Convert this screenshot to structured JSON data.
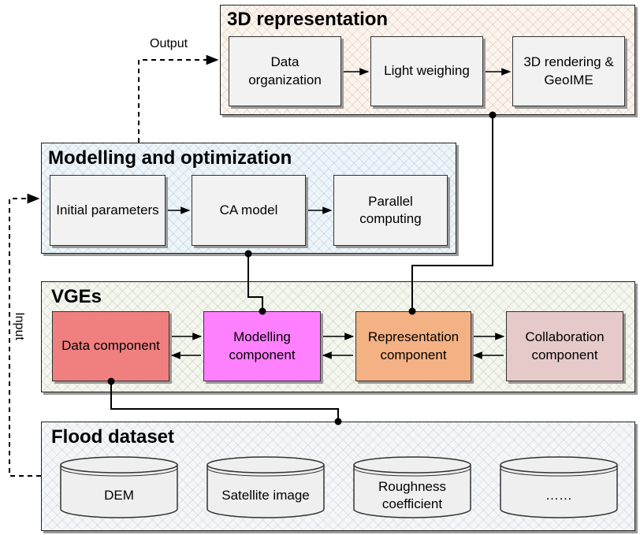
{
  "panels": {
    "representation": {
      "title": "3D representation",
      "boxes": [
        "Data organization",
        "Light weighing",
        "3D rendering & GeoIME"
      ]
    },
    "modelling": {
      "title": "Modelling and optimization",
      "boxes": [
        "Initial parameters",
        "CA model",
        "Parallel computing"
      ]
    },
    "vges": {
      "title": "VGEs",
      "components": [
        {
          "label": "Data component",
          "color": "#f08080"
        },
        {
          "label": "Modelling component",
          "color": "#ff80ff"
        },
        {
          "label": "Representation component",
          "color": "#f4b183"
        },
        {
          "label": "Collaboration component",
          "color": "#e6c9c9"
        }
      ]
    },
    "dataset": {
      "title": "Flood dataset",
      "items": [
        "DEM",
        "Satellite image",
        "Roughness coefficient",
        "……"
      ]
    }
  },
  "labels": {
    "output": "Output",
    "input": "Input"
  },
  "colors": {
    "box_fill": "#f2f2f2",
    "line": "#000000"
  }
}
